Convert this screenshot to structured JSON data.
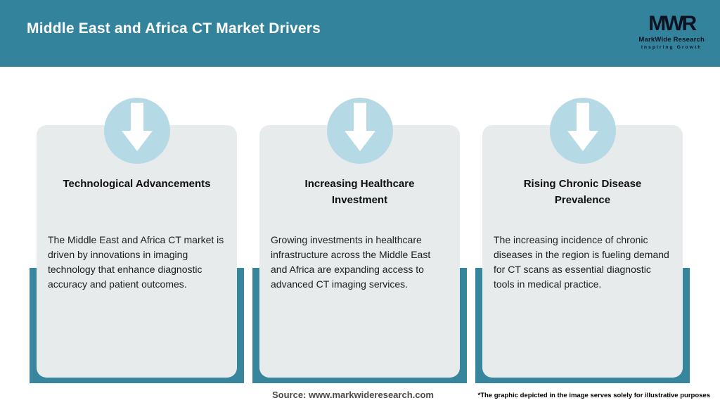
{
  "header": {
    "title": "Middle East and Africa CT Market Drivers",
    "logo": {
      "acronym": "MWR",
      "name": "MarkWide Research",
      "tagline": "Inspiring Growth"
    }
  },
  "cards": [
    {
      "title": "Technological Advancements",
      "description": "The Middle East and Africa CT market is driven by innovations in imaging technology that enhance diagnostic accuracy and patient outcomes."
    },
    {
      "title": "Increasing Healthcare Investment",
      "description": "Growing investments in healthcare infrastructure across the Middle East and Africa are expanding access to advanced CT imaging services."
    },
    {
      "title": "Rising Chronic Disease Prevalence",
      "description": "The increasing incidence of chronic diseases in the region is fueling demand for CT scans as essential diagnostic tools in medical practice."
    }
  ],
  "footer": {
    "source": "Source: www.markwideresearch.com",
    "disclaimer": "*The graphic depicted in the image serves solely for illustrative purposes"
  },
  "colors": {
    "header_bg": "#34839C",
    "card_shadow": "#37869E",
    "circle_bg": "#B5DAE6",
    "card_bg": "#E8EBEC",
    "title_text": "#FFFFFF"
  }
}
